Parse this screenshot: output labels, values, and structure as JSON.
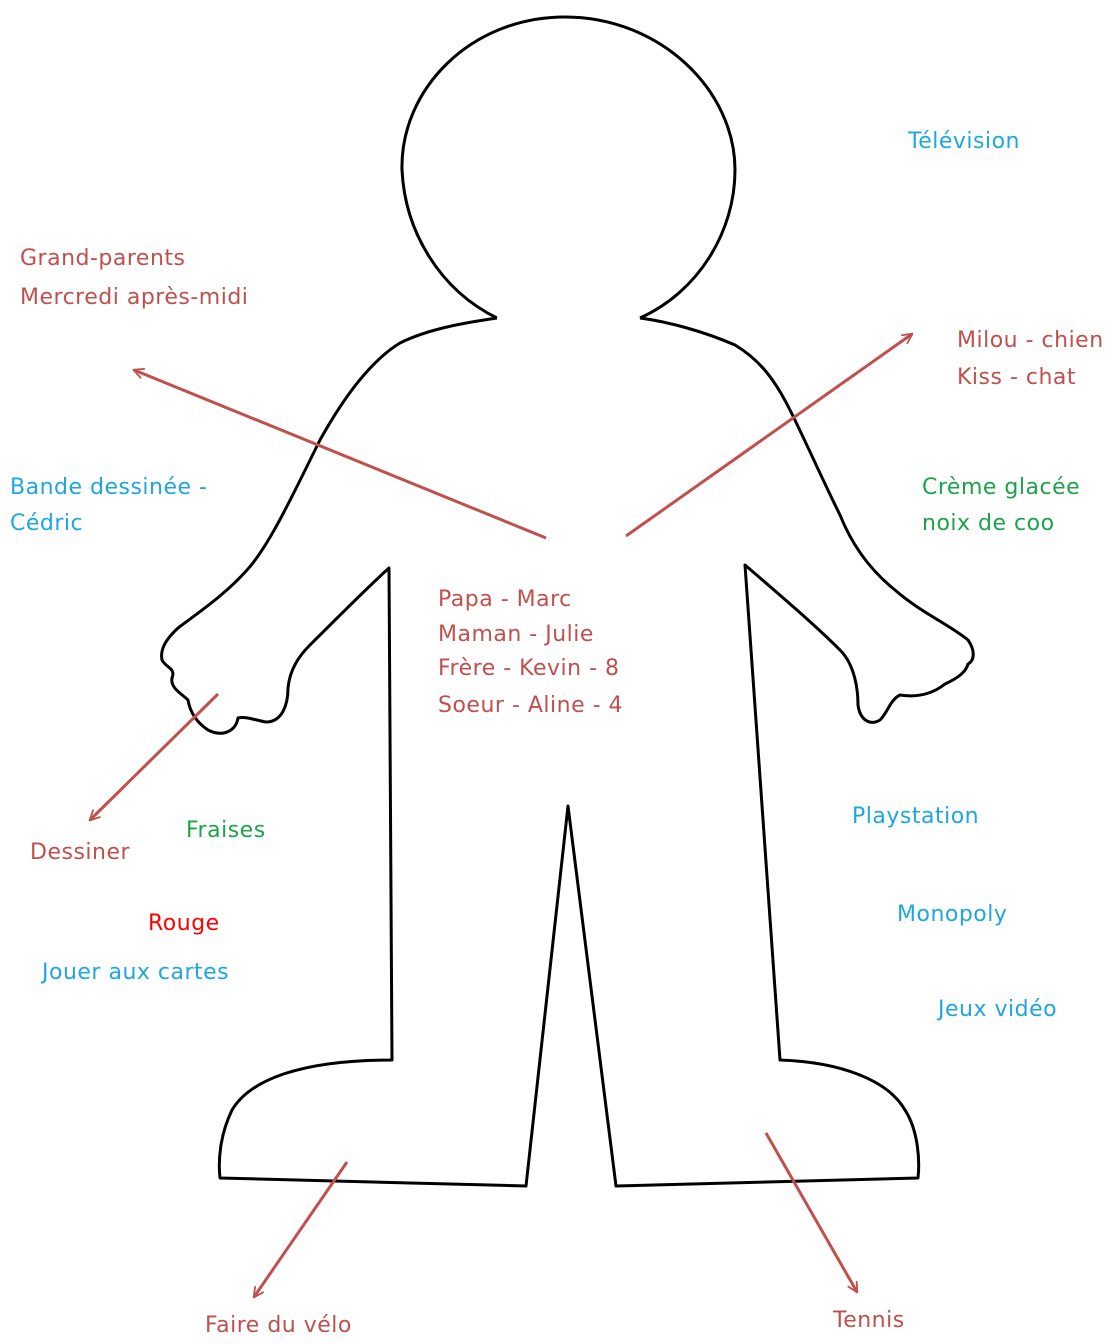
{
  "colors": {
    "arrow": "#c0504d",
    "outline": "#000000",
    "red_text": "#c0504d",
    "blue_text": "#1fa6e0",
    "green_text": "#1ea34a",
    "bright_red_text": "#ff0000"
  },
  "labels": {
    "television": "Télévision",
    "grandparents_1": "Grand-parents",
    "grandparents_2": "Mercredi après-midi",
    "milou": "Milou - chien",
    "kiss": "Kiss - chat",
    "bande_1": "Bande dessinée -",
    "bande_2": "Cédric",
    "creme_1": "Crème glacée",
    "creme_2": "noix de coo",
    "family": [
      "Papa - Marc",
      "Maman - Julie",
      "Frère - Kevin - 8",
      "Soeur - Aline - 4"
    ],
    "dessiner": "Dessiner",
    "fraises": "Fraises",
    "rouge": "Rouge",
    "jouer": "Jouer aux cartes",
    "playstation": "Playstation",
    "monopoly": "Monopoly",
    "jeux": "Jeux vidéo",
    "velo": "Faire du vélo",
    "tennis": "Tennis"
  }
}
